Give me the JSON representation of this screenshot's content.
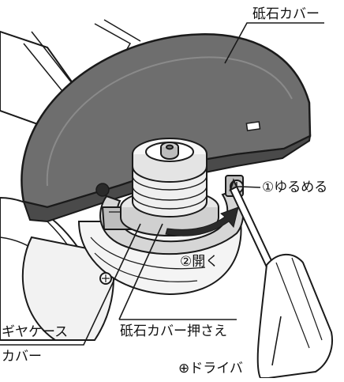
{
  "labels": {
    "wheel_guard": "砥石カバー",
    "loosen": "①ゆるめる",
    "open": "②開く",
    "gear_case_line1": "ギヤケース",
    "gear_case_line2": "カバー",
    "guard_clamp": "砥石カバー押さえ",
    "screwdriver": "⊕ドライバ"
  },
  "colors": {
    "guard_fill": "#6e6e6e",
    "guard_dark": "#4a4a4a",
    "outline": "#1a1a1a",
    "metal_light": "#e8e8e8",
    "metal_mid": "#bdbdbd",
    "paper": "#ffffff"
  }
}
